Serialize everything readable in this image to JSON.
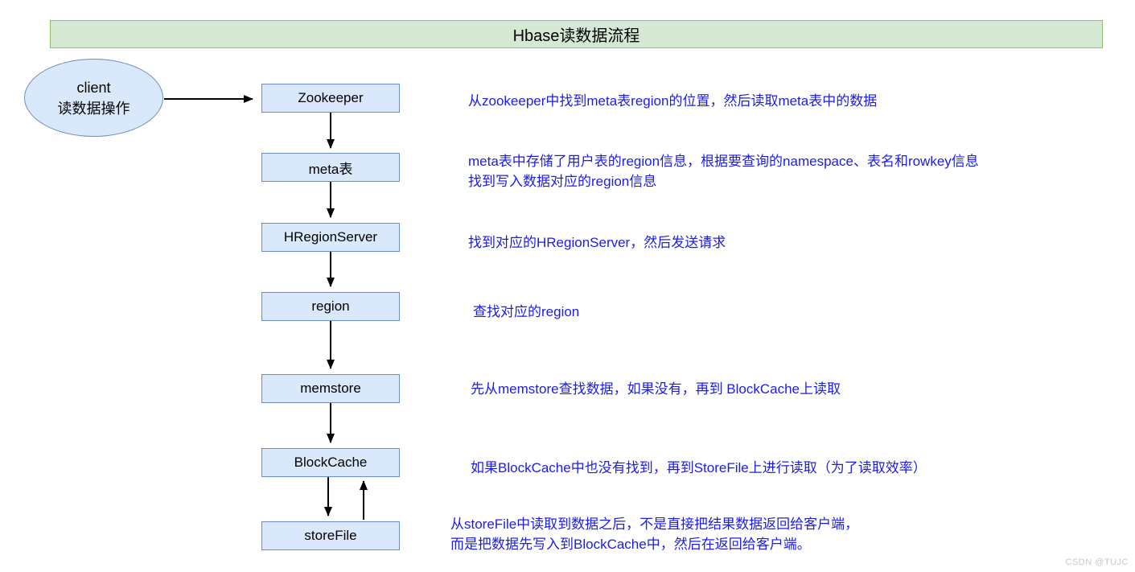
{
  "title": "Hbase读数据流程",
  "client": {
    "line1": "client",
    "line2": "读数据操作"
  },
  "nodes": [
    {
      "label": "Zookeeper"
    },
    {
      "label": "meta表"
    },
    {
      "label": "HRegionServer"
    },
    {
      "label": "region"
    },
    {
      "label": "memstore"
    },
    {
      "label": "BlockCache"
    },
    {
      "label": "storeFile"
    }
  ],
  "annotations": [
    {
      "lines": [
        "从zookeeper中找到meta表region的位置，然后读取meta表中的数据"
      ]
    },
    {
      "lines": [
        "meta表中存储了用户表的region信息，根据要查询的namespace、表名和rowkey信息",
        "找到写入数据对应的region信息"
      ]
    },
    {
      "lines": [
        "找到对应的HRegionServer，然后发送请求"
      ]
    },
    {
      "lines": [
        "查找对应的region"
      ]
    },
    {
      "lines": [
        "先从memstore查找数据，如果没有，再到 BlockCache上读取"
      ]
    },
    {
      "lines": [
        "如果BlockCache中也没有找到，再到StoreFile上进行读取（为了读取效率）"
      ]
    },
    {
      "lines": [
        "从storeFile中读取到数据之后，不是直接把结果数据返回给客户端，",
        "而是把数据先写入到BlockCache中，然后在返回给客户端。"
      ]
    }
  ],
  "watermark": "CSDN @TUJC",
  "colors": {
    "title_fill": "#d5e8d4",
    "title_border": "#8fbf75",
    "node_fill": "#dae8fc",
    "node_border": "#6c8ebf",
    "annotation_text": "#1d1de0",
    "arrow": "#000000"
  }
}
